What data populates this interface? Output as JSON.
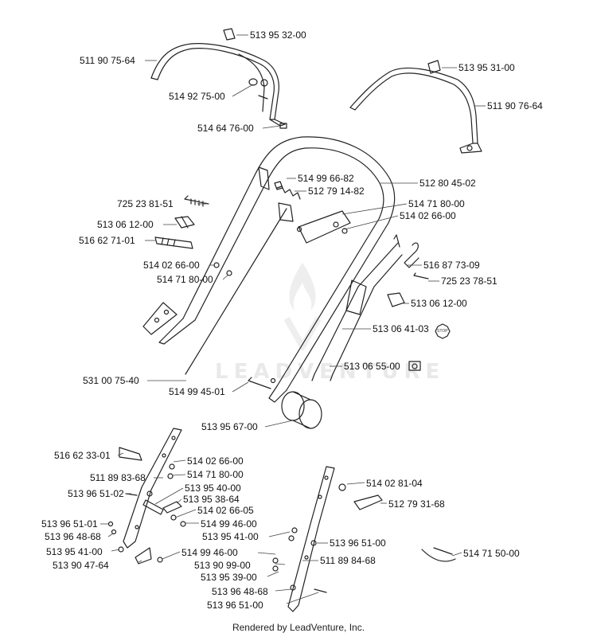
{
  "footer": "Rendered by LeadVenture, Inc.",
  "watermark": "LEADVENTURE",
  "icons": {
    "stop": "STOP"
  },
  "part_labels": {
    "p01": "513 95 32-00",
    "p02": "511 90 75-64",
    "p03": "514 92 75-00",
    "p04": "514 64 76-00",
    "p05": "513 95 31-00",
    "p06": "511 90 76-64",
    "p07": "514 99 66-82",
    "p08": "512 79 14-82",
    "p09": "512 80 45-02",
    "p10": "725 23 81-51",
    "p11": "514 71 80-00",
    "p12": "514 02 66-00",
    "p13": "513 06 12-00",
    "p14": "516 62 71-01",
    "p15": "516 87 73-09",
    "p16": "514 02 66-00",
    "p17": "514 71 80-00",
    "p18": "725 23 78-51",
    "p19": "513 06 12-00",
    "p20": "513 06 41-03",
    "p21": "513 06 55-00",
    "p22": "531 00 75-40",
    "p23": "514 99 45-01",
    "p24": "513 95 67-00",
    "p25": "516 62 33-01",
    "p26": "514 02 66-00",
    "p27": "511 89 83-68",
    "p28": "514 71 80-00",
    "p29": "513 95 40-00",
    "p30": "513 96 51-02",
    "p31": "513 95 38-64",
    "p32": "514 02 66-05",
    "p33": "514 02 81-04",
    "p34": "512 79 31-68",
    "p35": "513 96 51-01",
    "p36": "514 99 46-00",
    "p37": "513 96 48-68",
    "p38": "513 95 41-00",
    "p39": "513 96 51-00",
    "p40": "513 95 41-00",
    "p41": "514 99 46-00",
    "p42": "513 90 47-64",
    "p43": "513 90 99-00",
    "p44": "511 89 84-68",
    "p45": "514 71 50-00",
    "p46": "513 95 39-00",
    "p47": "513 96 48-68",
    "p48": "513 96 51-00"
  }
}
